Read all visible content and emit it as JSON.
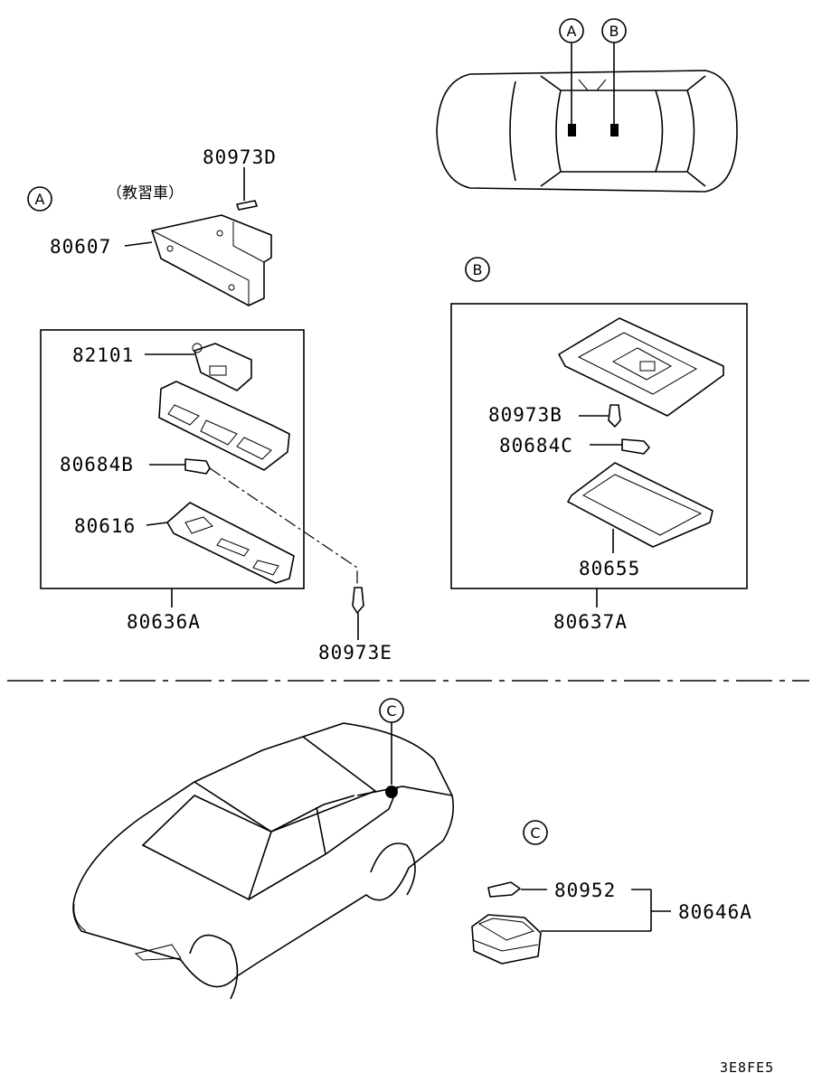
{
  "callouts": {
    "a": "A",
    "b": "B",
    "c": "C"
  },
  "note_kyoshusha": "（教習車）",
  "parts": {
    "p80973D": "80973D",
    "p80607": "80607",
    "p82101": "82101",
    "p80684B": "80684B",
    "p80616": "80616",
    "p80636A": "80636A",
    "p80973E": "80973E",
    "p80973B": "80973B",
    "p80684C": "80684C",
    "p80655": "80655",
    "p80637A": "80637A",
    "p80952": "80952",
    "p80646A": "80646A"
  },
  "diagram_ref": "3E8FE5"
}
